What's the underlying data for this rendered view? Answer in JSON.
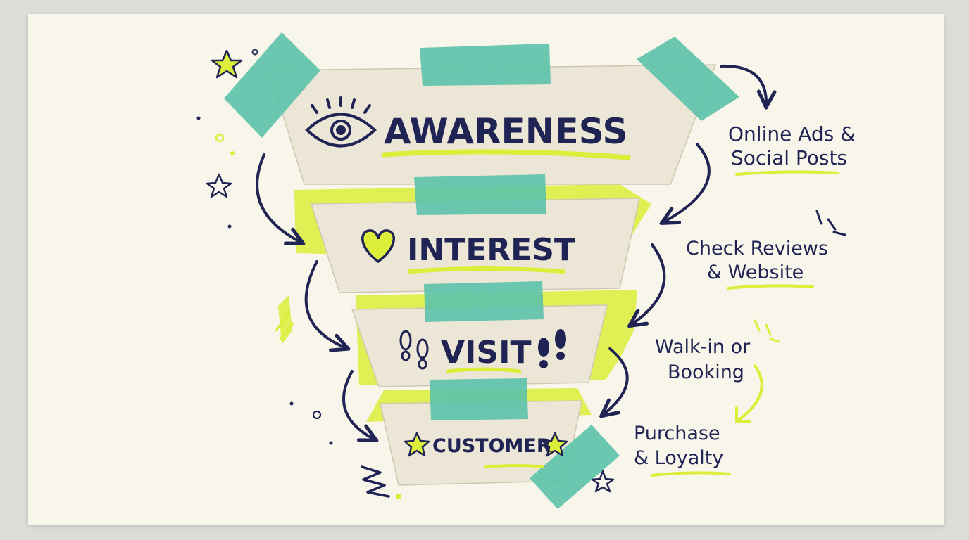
{
  "funnel": {
    "stages": [
      {
        "label": "AWARENESS",
        "icon": "eye-icon",
        "note": [
          "Online Ads &",
          "Social Posts"
        ]
      },
      {
        "label": "INTEREST",
        "icon": "heart-icon",
        "note": [
          "Check Reviews",
          "& Website"
        ]
      },
      {
        "label": "VISIT",
        "icon": "footprints-icon",
        "note": [
          "Walk-in or",
          "Booking"
        ]
      },
      {
        "label": "CUSTOMER",
        "icon": "star-icon",
        "note": [
          "Purchase",
          "& Loyalty"
        ]
      }
    ]
  },
  "colors": {
    "ink": "#1f2454",
    "tape": "#5cc2aa",
    "highlight": "#dcee3a",
    "paper": "#f8f5ea",
    "band": "#ece6d6"
  }
}
